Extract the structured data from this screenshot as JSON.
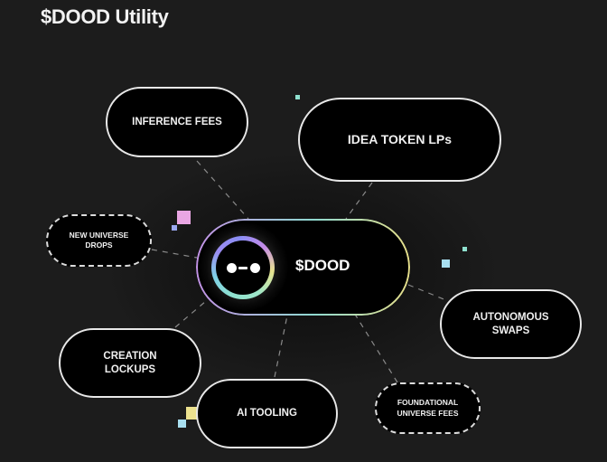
{
  "title": "$DOOD Utility",
  "center": {
    "label": "$DOOD",
    "icon": "dood-face-icon"
  },
  "nodes": [
    {
      "id": "inference-fees",
      "label": "INFERENCE FEES",
      "style": "solid"
    },
    {
      "id": "idea-token-lps",
      "label": "IDEA TOKEN LPs",
      "style": "solid"
    },
    {
      "id": "new-universe-drops",
      "label": "NEW UNIVERSE DROPS",
      "style": "dashed"
    },
    {
      "id": "autonomous-swaps",
      "label": "AUTONOMOUS SWAPS",
      "style": "solid"
    },
    {
      "id": "creation-lockups",
      "label": "CREATION LOCKUPS",
      "style": "solid"
    },
    {
      "id": "ai-tooling",
      "label": "AI TOOLING",
      "style": "solid"
    },
    {
      "id": "foundational-universe-fees",
      "label": "FOUNDATIONAL UNIVERSE FEES",
      "style": "dashed"
    }
  ],
  "colors": {
    "background": "#1c1c1c",
    "node_fill": "#000000",
    "node_border": "#e8e8e8",
    "accent_pink": "#e9a6e3",
    "accent_blue": "#9aa7f0",
    "accent_teal": "#8fe1cf",
    "accent_cyan": "#a8dff0",
    "accent_yellow": "#ece28f"
  }
}
